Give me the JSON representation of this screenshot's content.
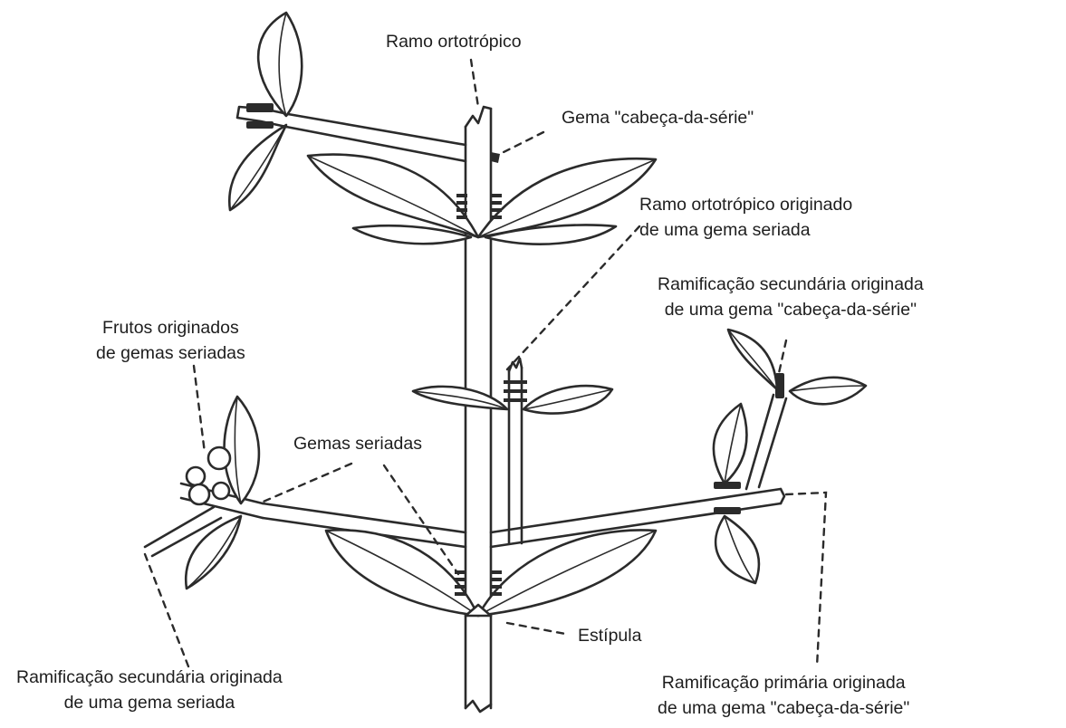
{
  "labels": {
    "ramo_ortotropico": "Ramo ortotrópico",
    "gema_cabeca": "Gema \"cabeça-da-série\"",
    "ramo_originado": [
      "Ramo ortotrópico originado",
      "de uma gema seriada"
    ],
    "ramificacao_sec_cabeca": [
      "Ramificação secundária originada",
      "de uma gema \"cabeça-da-série\""
    ],
    "frutos": [
      "Frutos originados",
      "de gemas seriadas"
    ],
    "gemas_seriadas": "Gemas seriadas",
    "estipula": "Estípula",
    "ramificacao_sec_seriada": [
      "Ramificação secundária originada",
      "de uma gema seriada"
    ],
    "ramificacao_primaria": [
      "Ramificação primária originada",
      "de uma gema \"cabeça-da-série\""
    ]
  }
}
